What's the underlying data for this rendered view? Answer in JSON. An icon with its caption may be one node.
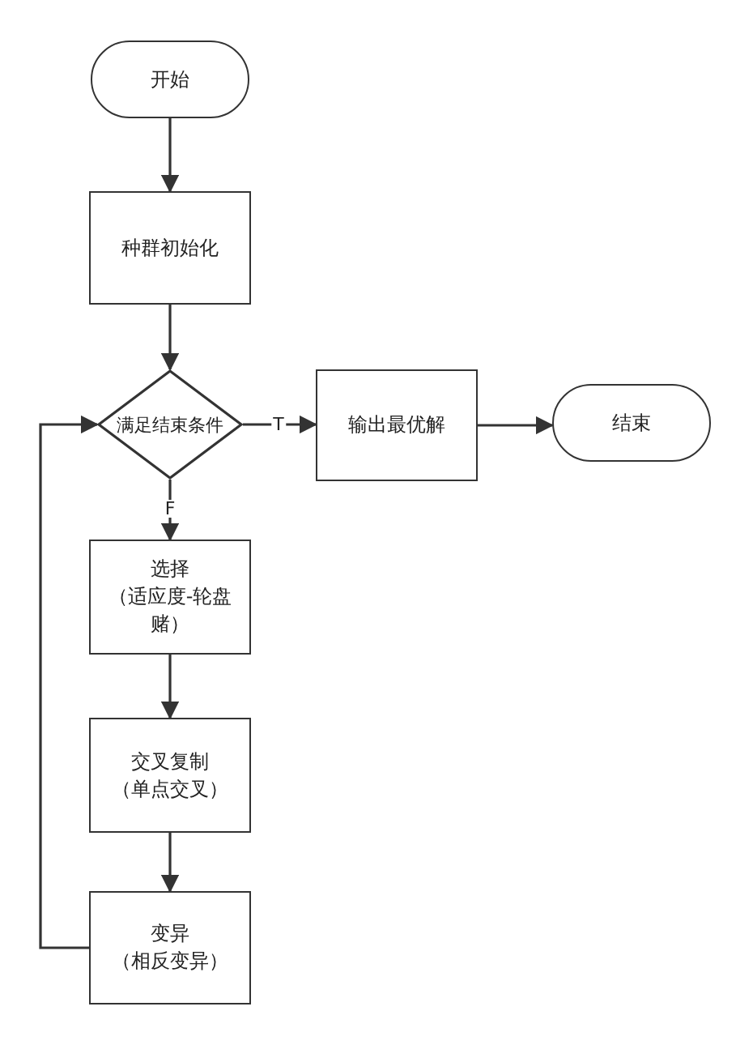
{
  "diagram": {
    "nodes": [
      {
        "text": [
          "开始"
        ]
      },
      {
        "text": [
          "种群初始化"
        ]
      },
      {
        "text": [
          "满足结束条件"
        ]
      },
      {
        "text": [
          "输出最优解"
        ]
      },
      {
        "text": [
          "结束"
        ]
      },
      {
        "text": [
          "选择",
          "（适应度-轮盘赌）"
        ]
      },
      {
        "text": [
          "交叉复制",
          "（单点交叉）"
        ]
      },
      {
        "text": [
          "变异",
          "（相反变异）"
        ]
      }
    ],
    "edges": [
      {
        "from": 0,
        "to": 1,
        "arrow": "to"
      },
      {
        "from": 1,
        "to": 2,
        "arrow": "to"
      },
      {
        "from": 2,
        "to": 3,
        "arrow": "to",
        "label": "T"
      },
      {
        "from": 3,
        "to": 4,
        "arrow": "to"
      },
      {
        "from": 2,
        "to": 5,
        "arrow": "to",
        "label": "F"
      },
      {
        "from": 5,
        "to": 6,
        "arrow": "to"
      },
      {
        "from": 6,
        "to": 7,
        "arrow": "to"
      },
      {
        "from": 7,
        "to": 2,
        "arrow": "to"
      }
    ]
  }
}
